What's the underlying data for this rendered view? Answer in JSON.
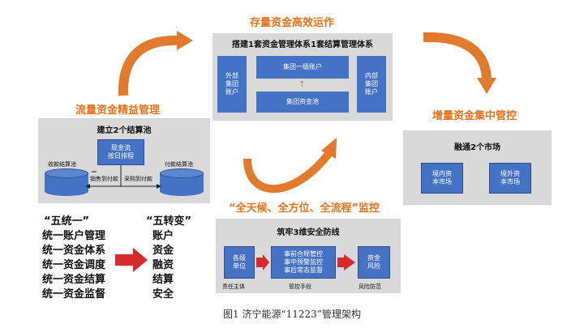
{
  "titles": {
    "top": "存量资金高效运作",
    "left": "流量资金精益管理",
    "right": "增量资金集中管控",
    "bottom": "“全天候、全方位、全流程”监控"
  },
  "top_panel": {
    "title": "搭建1套资金管理体系1套结算管理体系",
    "left_box": "外部\n集团\n账户",
    "center_top": "集团一级账户",
    "center_bottom": "集团资金池",
    "right_box": "内部\n集团\n账户"
  },
  "left_panel": {
    "title": "建立2个结算池",
    "center_box": "现金流\n按日排程",
    "left_pool_label": "收款结算池",
    "right_pool_label": "付款结算池",
    "flow_left": "销售到付款",
    "flow_right": "采购到付款"
  },
  "right_panel": {
    "title": "融通2个市场",
    "left_box": "境内资\n本市场",
    "right_box": "境外资\n本市场"
  },
  "bottom_panel": {
    "title": "筑牢3维安全防线",
    "box1": "各级\n单位",
    "box2": "事前合规管控\n事中预警监控\n事后常态监督",
    "box3": "资金\n风险",
    "label1": "责任主体",
    "label2": "管控手段",
    "label3": "风险防范"
  },
  "unify": {
    "heading": "“五统一”",
    "items": [
      "统一账户管理",
      "统一资金体系",
      "统一资金调度",
      "统一资金结算",
      "统一资金监督"
    ]
  },
  "transform": {
    "heading": "“五转变”",
    "items": [
      "账户",
      "资金",
      "融资",
      "结算",
      "安全"
    ]
  },
  "caption": "图1 济宁能源“11223”管理架构",
  "colors": {
    "accent": "#E8731A",
    "blue": "#4472C4",
    "panel": "#D9D9D9",
    "arrow_red": "#D62B2B"
  }
}
